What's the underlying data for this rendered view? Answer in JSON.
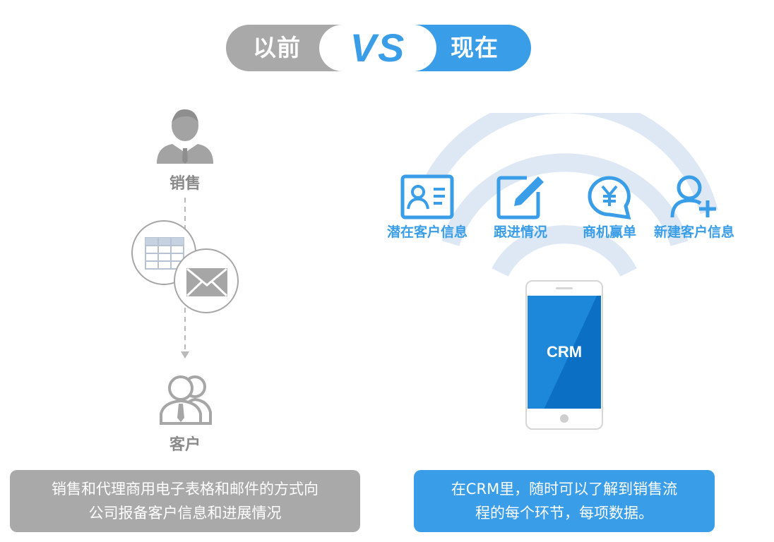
{
  "header": {
    "before_label": "以前",
    "vs_label": "VS",
    "now_label": "现在"
  },
  "left": {
    "top_node_label": "销售",
    "bottom_node_label": "客户",
    "caption_line1": "销售和代理商用电子表格和邮件的方式向",
    "caption_line2": "公司报备客户信息和进展情况"
  },
  "right": {
    "features": [
      {
        "label": "潜在客户信息",
        "icon": "contact-card-icon"
      },
      {
        "label": "跟进情况",
        "icon": "edit-note-icon"
      },
      {
        "label": "商机赢单",
        "icon": "yen-chat-icon"
      },
      {
        "label": "新建客户信息",
        "icon": "add-user-icon"
      }
    ],
    "phone_screen_text": "CRM",
    "caption_line1": "在CRM里，随时可以了解到销售流",
    "caption_line2": "程的每个环节，每项数据。"
  },
  "colors": {
    "gray": "#a9a9a9",
    "blue": "#3a9de8",
    "wave": "#dde8f4"
  }
}
